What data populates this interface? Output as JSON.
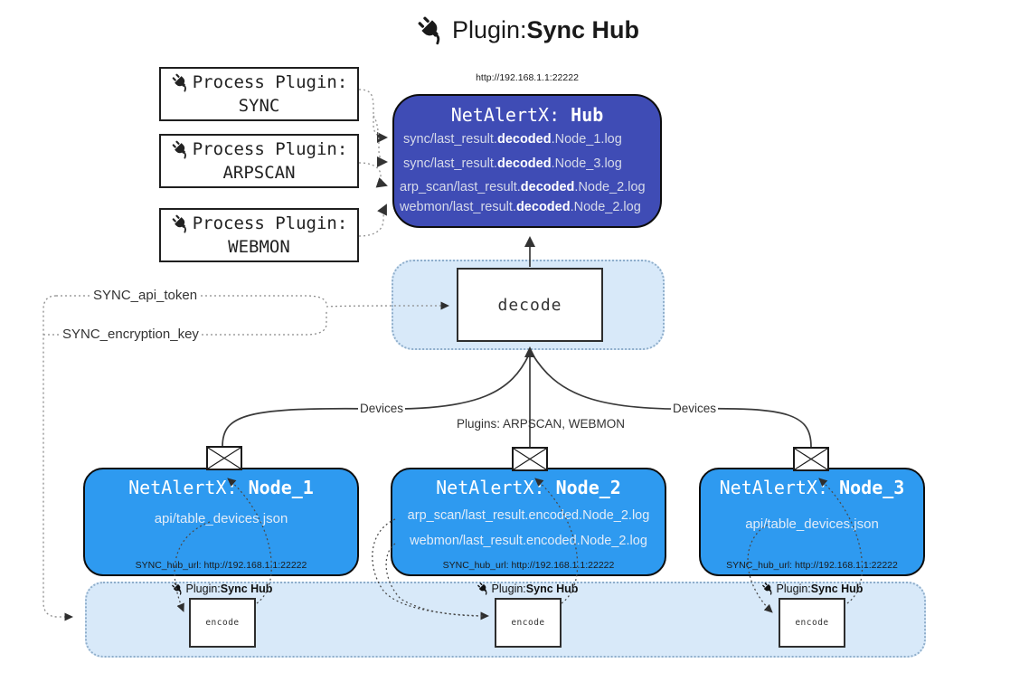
{
  "title": {
    "prefix": "Plugin: ",
    "name": "Sync Hub"
  },
  "process_plugins": [
    {
      "label": "Process Plugin:",
      "name": "SYNC"
    },
    {
      "label": "Process Plugin:",
      "name": "ARPSCAN"
    },
    {
      "label": "Process Plugin:",
      "name": "WEBMON"
    }
  ],
  "hub": {
    "url": "http://192.168.1.1:22222",
    "title_prefix": "NetAlertX: ",
    "title_name": "Hub",
    "lines": [
      {
        "pre": "sync/last_result.",
        "bold": "decoded",
        "post": ".Node_1.log"
      },
      {
        "pre": "sync/last_result.",
        "bold": "decoded",
        "post": ".Node_3.log"
      },
      {
        "pre": "arp_scan/last_result.",
        "bold": "decoded",
        "post": ".Node_2.log"
      },
      {
        "pre": "webmon/last_result.",
        "bold": "decoded",
        "post": ".Node_2.log"
      }
    ]
  },
  "decode": {
    "label": "decode"
  },
  "settings": {
    "api_token": "SYNC_api_token",
    "encryption_key": "SYNC_encryption_key"
  },
  "edges": {
    "devices_left": "Devices",
    "devices_right": "Devices",
    "plugins_center": "Plugins: ARPSCAN, WEBMON"
  },
  "nodes": [
    {
      "title_prefix": "NetAlertX: ",
      "title_name": "Node_1",
      "lines": [
        "api/table_devices.json"
      ],
      "hub_url": "SYNC_hub_url: http://192.168.1.1:22222"
    },
    {
      "title_prefix": "NetAlertX: ",
      "title_name": "Node_2",
      "lines": [
        "arp_scan/last_result.encoded.Node_2.log",
        "webmon/last_result.encoded.Node_2.log"
      ],
      "hub_url": "SYNC_hub_url: http://192.168.1.1:22222"
    },
    {
      "title_prefix": "NetAlertX: ",
      "title_name": "Node_3",
      "lines": [
        "api/table_devices.json"
      ],
      "hub_url": "SYNC_hub_url: http://192.168.1.1:22222"
    }
  ],
  "encode_band": {
    "items": [
      {
        "plugin_prefix": "Plugin: ",
        "plugin_name": "Sync Hub",
        "encode_label": "encode"
      },
      {
        "plugin_prefix": "Plugin: ",
        "plugin_name": "Sync Hub",
        "encode_label": "encode"
      },
      {
        "plugin_prefix": "Plugin: ",
        "plugin_name": "Sync Hub",
        "encode_label": "encode"
      }
    ]
  },
  "colors": {
    "hub_fill": "#3F4CB5",
    "node_fill": "#2E9AF0",
    "band_fill": "#D8E9F9",
    "band_border": "#8FAECB"
  }
}
